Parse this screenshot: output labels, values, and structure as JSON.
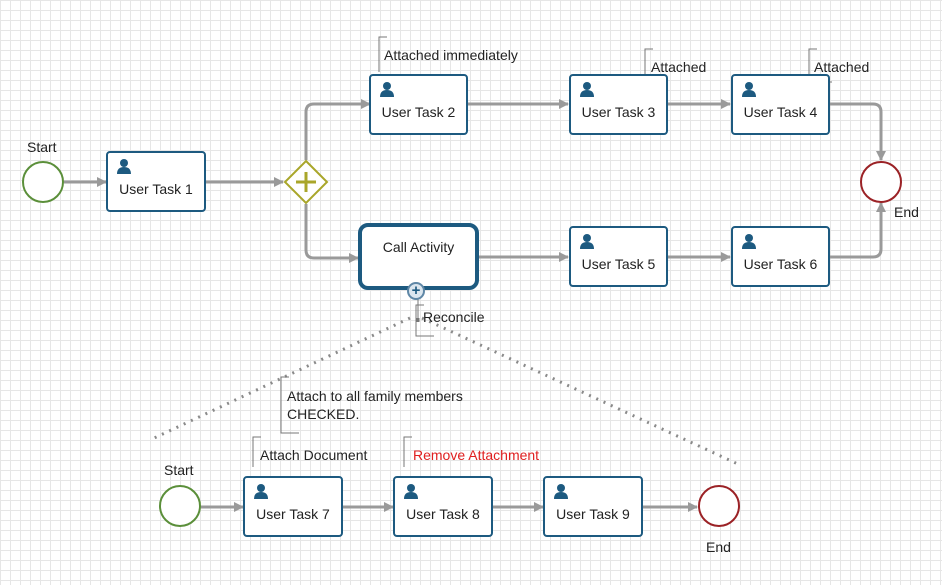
{
  "main": {
    "start_label": "Start",
    "end_label": "End",
    "tasks": [
      "User Task 1",
      "User Task 2",
      "User Task 3",
      "User Task 4",
      "User Task 5",
      "User Task 6"
    ],
    "call_activity": "Call Activity",
    "annotations": {
      "task2": "Attached immediately",
      "task3": "Attached",
      "task4": "Attached"
    },
    "boundary_label": "Reconcile"
  },
  "sub": {
    "start_label": "Start",
    "end_label": "End",
    "tasks": [
      "User Task 7",
      "User Task 8",
      "User Task 9"
    ],
    "annotations": {
      "family_line1": "Attach to all family members",
      "family_line2": "CHECKED.",
      "task7": "Attach Document",
      "task8": "Remove Attachment"
    }
  },
  "colors": {
    "task_border": "#1d5a80",
    "start_event": "#5b8f3a",
    "end_event": "#9b2226",
    "gateway": "#a9a62a",
    "flow": "#9a9a9a",
    "highlight_text": "#e02020"
  }
}
